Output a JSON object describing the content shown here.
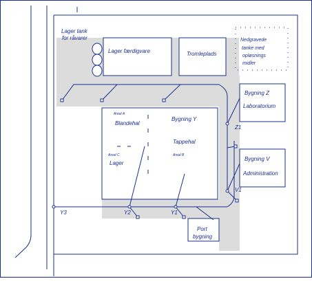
{
  "labels": {
    "raw_tank_1": "Lager tank",
    "raw_tank_2": "for råvarer",
    "finished_goods": "Lager færdigvare",
    "tromle": "Tromleplads",
    "tank_1": "Nedgravede",
    "tank_2": "tanke med",
    "tank_3": "opløsnings",
    "tank_4": "midler",
    "building_z": "Bygning Z",
    "lab": "Laboratorium",
    "z1": "Z1",
    "building_v": "Bygning V",
    "admin": "Administration",
    "v1": "V1",
    "area_a": "Areal A",
    "brandshal": "Blandehal",
    "building_y": "Bygning  Y",
    "tappehal": "Tappehal",
    "area_c": "Areal C",
    "lager": "Lager",
    "area_b": "Areal B",
    "y3": "Y3",
    "y2": "Y2",
    "y1": "Y1",
    "port_1": "Port",
    "port_2": "bygning"
  },
  "colors": {
    "line": "#1a2d8f",
    "paved": "#dcdcdc"
  }
}
